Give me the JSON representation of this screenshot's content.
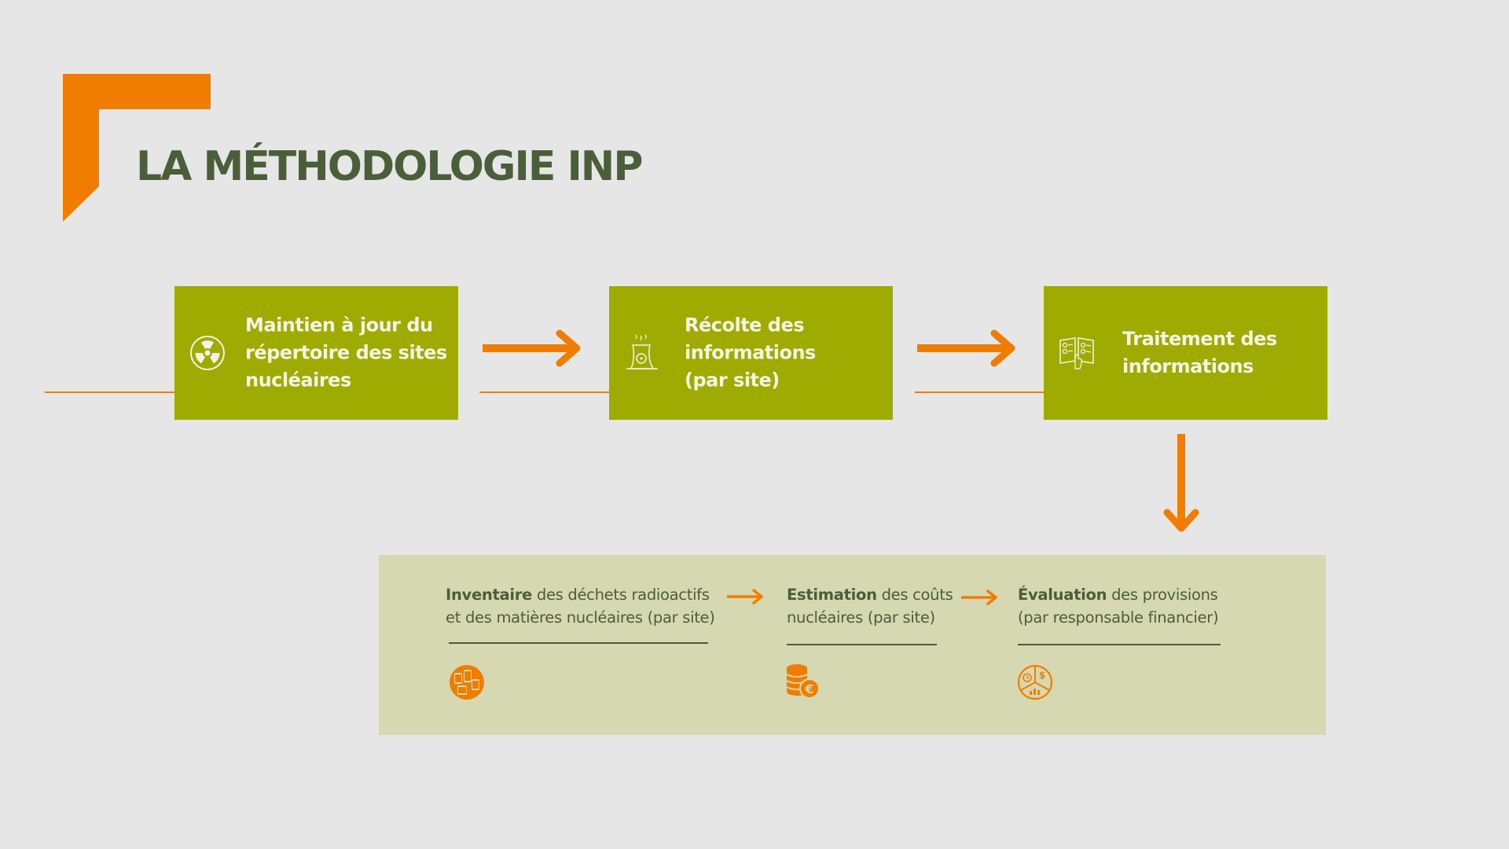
{
  "title": "LA MÉTHODOLOGIE INP",
  "colors": {
    "accent": "#f07d00",
    "step_box": "#9fab00",
    "title": "#4a5e3a",
    "panel": "#d5d8b0",
    "background": "#e6e6e6"
  },
  "steps": [
    {
      "icon": "radiation-icon",
      "lines": [
        "Maintien à jour du",
        "répertoire des sites",
        "nucléaires"
      ]
    },
    {
      "icon": "nuclear-plant-icon",
      "lines": [
        "Récolte des",
        "informations",
        "(par site)"
      ]
    },
    {
      "icon": "data-processing-icon",
      "lines": [
        "Traitement des",
        "informations"
      ]
    }
  ],
  "substeps": [
    {
      "icon": "waste-barrels-icon",
      "bold": "Inventaire",
      "rest": " des déchets radioactifs",
      "line2": "et des matières nucléaires (par site)"
    },
    {
      "icon": "coins-euro-icon",
      "bold": "Estimation",
      "rest": " des coûts",
      "line2": "nucléaires (par site)"
    },
    {
      "icon": "pie-chart-finance-icon",
      "bold": "Évaluation",
      "rest": " des provisions",
      "line2": "(par responsable financier)"
    }
  ]
}
